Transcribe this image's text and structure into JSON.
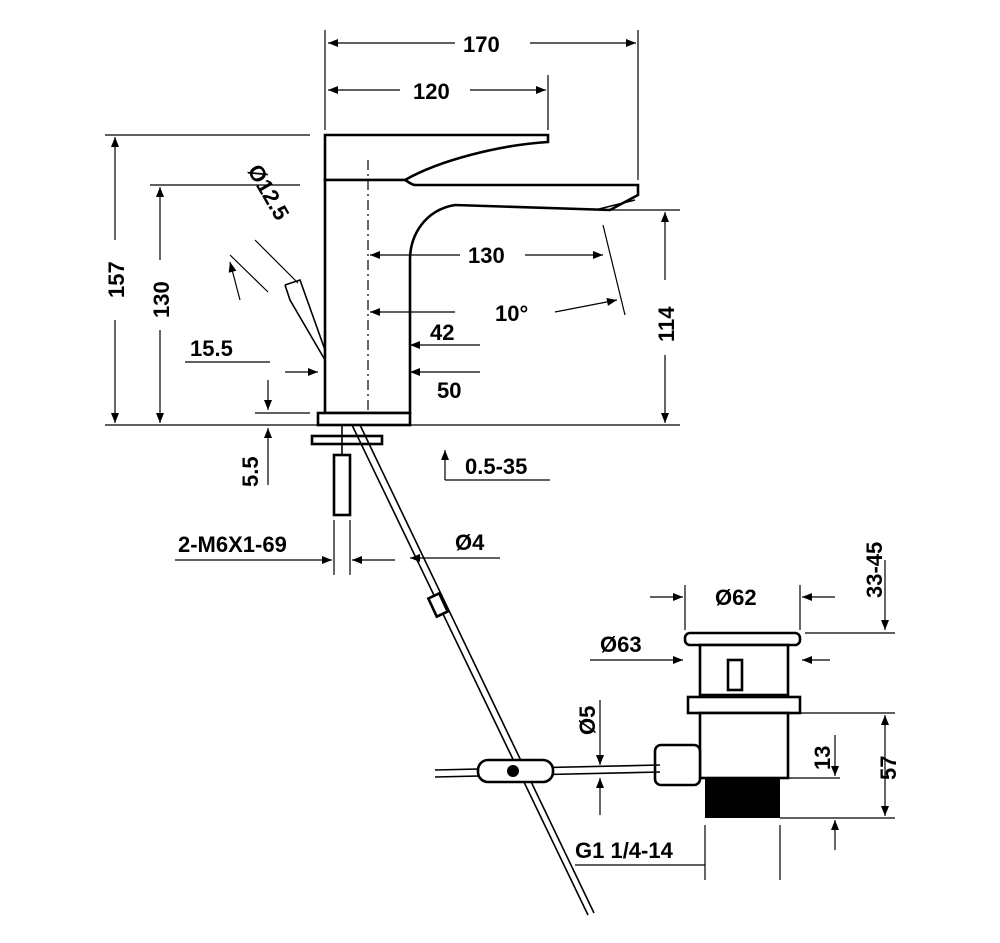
{
  "title": "Basin mixer technical drawing",
  "dimensions": {
    "overall_width": "170",
    "handle_length": "120",
    "handle_diameter": "Ø12.5",
    "overall_height": "157",
    "body_height": "130",
    "spout_reach": "130",
    "spout_angle": "10°",
    "spout_height": "114",
    "rod_offset": "15.5",
    "body_depth": "42",
    "base_diameter": "50",
    "base_plate": "5.5",
    "counter_thickness": "0.5-35",
    "studs": "2-M6X1-69",
    "rod_diameter": "Ø4",
    "drain_height_range": "33-45",
    "drain_cap": "Ø62",
    "drain_flange": "Ø63",
    "lever_diameter": "Ø5",
    "lever_height": "13",
    "drain_height": "57",
    "drain_thread": "G1 1/4-14"
  }
}
